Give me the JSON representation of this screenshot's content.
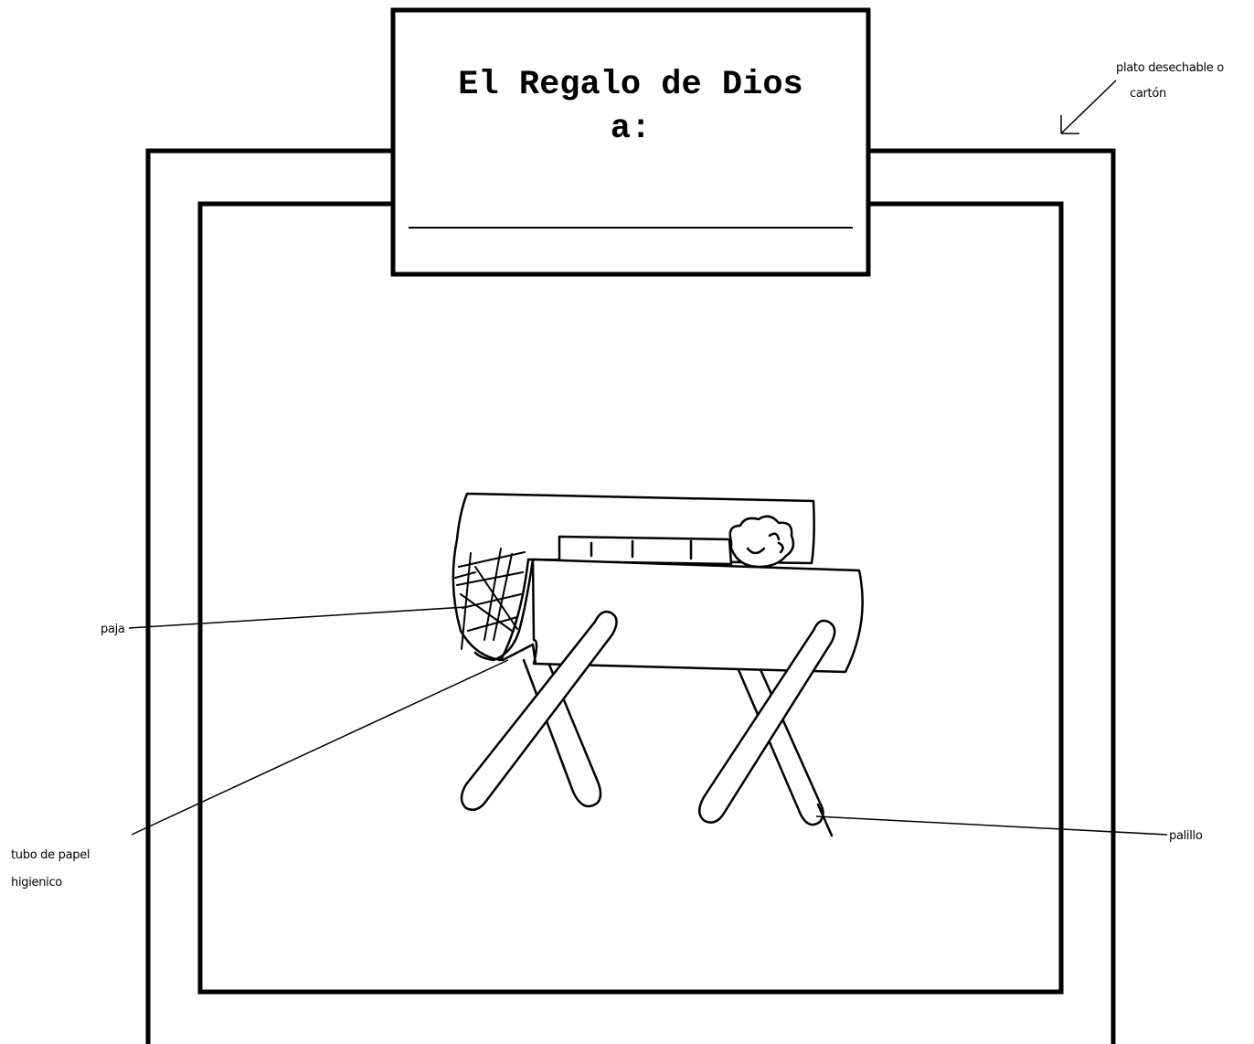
{
  "card": {
    "title_line1": "El Regalo de Dios",
    "title_line2": "a:"
  },
  "labels": {
    "plate_line1": "plato desechable o",
    "plate_line2": "cartón",
    "straw": "paja",
    "tube_line1": "tubo de papel",
    "tube_line2": "higienico",
    "stick": "palillo"
  },
  "colors": {
    "ink": "#000000",
    "paper": "#ffffff"
  }
}
